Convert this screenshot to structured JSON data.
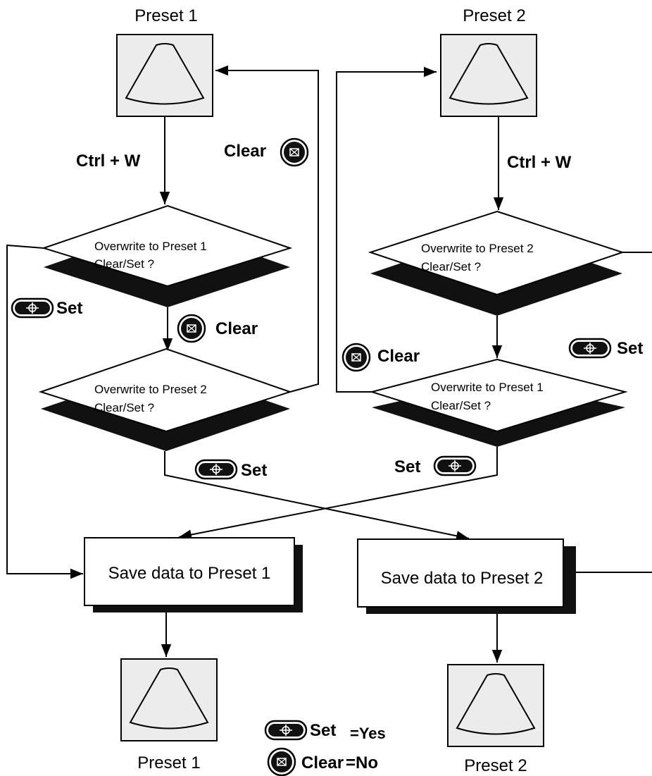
{
  "top_left_title": "Preset 1",
  "top_right_title": "Preset 2",
  "bottom_left_title": "Preset 1",
  "bottom_right_title": "Preset 2",
  "ctrl_w_left": "Ctrl + W",
  "ctrl_w_right": "Ctrl + W",
  "clear_label": "Clear",
  "set_label": "Set",
  "diamond_left_top": {
    "line1": "Overwrite to Preset 1",
    "line2": "Clear/Set ?"
  },
  "diamond_left_bottom": {
    "line1": "Overwrite to Preset 2",
    "line2": "Clear/Set ?"
  },
  "diamond_right_top": {
    "line1": "Overwrite to Preset 2",
    "line2": "Clear/Set ?"
  },
  "diamond_right_bottom": {
    "line1": "Overwrite to Preset 1",
    "line2": "Clear/Set ?"
  },
  "save_preset_1": "Save data to Preset 1",
  "save_preset_2": "Save data to Preset 2",
  "legend": {
    "set_yes": "=Yes",
    "clear_no": "=No"
  },
  "colors": {
    "preset_fill": "#ececec",
    "shadow": "#222222",
    "line": "#000000"
  }
}
